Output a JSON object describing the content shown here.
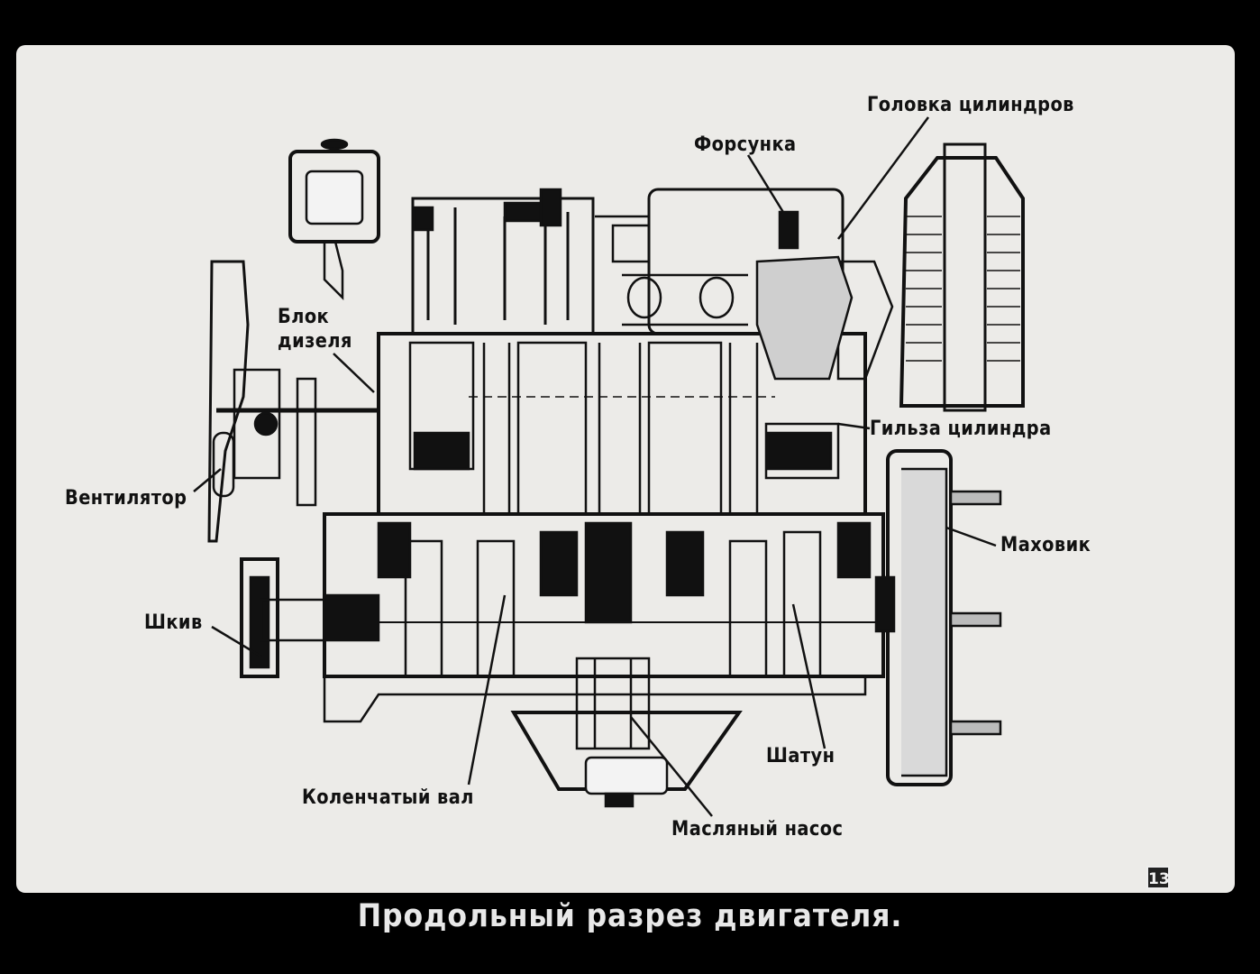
{
  "labels": {
    "cylinder_head": "Головка цилиндров",
    "injector": "Форсунка",
    "diesel_block": "Блок\nдизеля",
    "cylinder_liner": "Гильза цилиндра",
    "fan": "Вентилятор",
    "flywheel": "Маховик",
    "pulley": "Шкив",
    "connecting_rod": "Шатун",
    "crankshaft": "Коленчатый вал",
    "oil_pump": "Масляный насос"
  },
  "caption": "Продольный разрез двигателя.",
  "frame_number": "13"
}
